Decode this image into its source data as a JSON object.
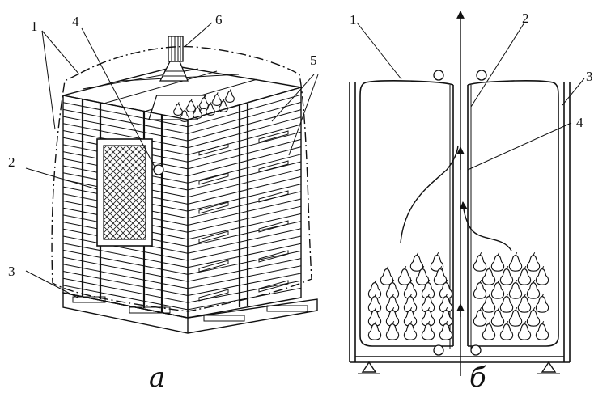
{
  "figure": {
    "part_a": {
      "caption": "а",
      "labels": [
        "1",
        "2",
        "3",
        "4",
        "5",
        "6"
      ]
    },
    "part_b": {
      "caption": "б",
      "labels": [
        "1",
        "2",
        "3",
        "4"
      ]
    }
  }
}
